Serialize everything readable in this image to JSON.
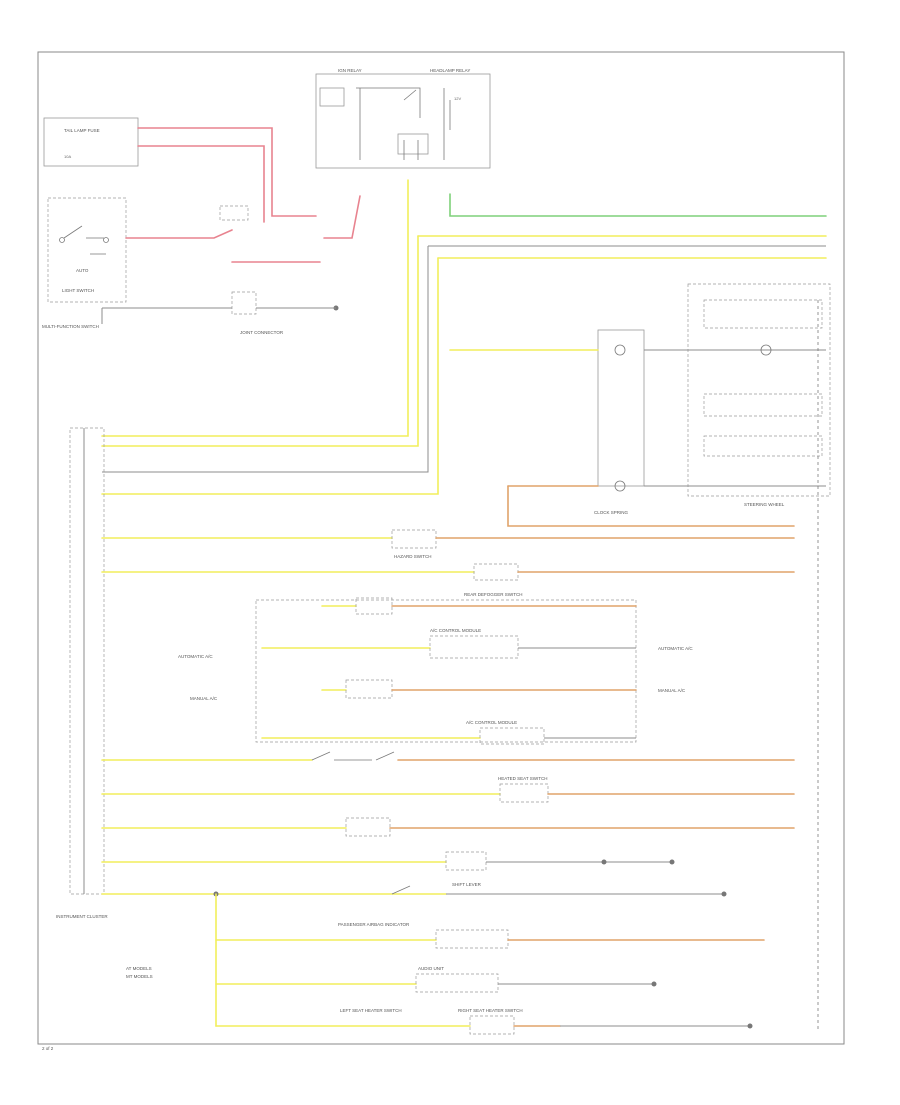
{
  "colors": {
    "yellow": "#f2ee5c",
    "pink": "#e8838f",
    "green": "#7fd17a",
    "orange": "#e0a36a",
    "gray": "#8c8c8c",
    "black": "#6f6f6f"
  },
  "labels": {
    "tail_lamp_fuse": "TAIL LAMP FUSE",
    "headlamp_relay": "HEADLAMP RELAY",
    "ignition_relay": "IGN RELAY",
    "light_switch": "LIGHT SWITCH",
    "auto": "AUTO",
    "multifunction_switch": "MULTI-FUNCTION SWITCH",
    "joint_connector": "JOINT CONNECTOR",
    "instrument_cluster": "INSTRUMENT CLUSTER",
    "steering_wheel": "STEERING WHEEL",
    "clock_spring": "CLOCK SPRING",
    "hazard_switch": "HAZARD SWITCH",
    "heated_seat": "HEATED SEAT SWITCH",
    "rear_defogger": "REAR DEFOGGER SWITCH",
    "ac_control": "A/C CONTROL MODULE",
    "automatic_ac": "AUTOMATIC A/C",
    "manual_ac": "MANUAL A/C",
    "audio_unit": "AUDIO UNIT",
    "passenger_airbag": "PASSENGER AIRBAG INDICATOR",
    "shift_lever": "SHIFT LEVER",
    "seat_heater_left": "LEFT SEAT HEATER SWITCH",
    "seat_heater_right": "RIGHT SEAT HEATER SWITCH",
    "legend_1": "AT MODELS",
    "legend_2": "MT MODELS",
    "page_id": "2 of 2"
  }
}
